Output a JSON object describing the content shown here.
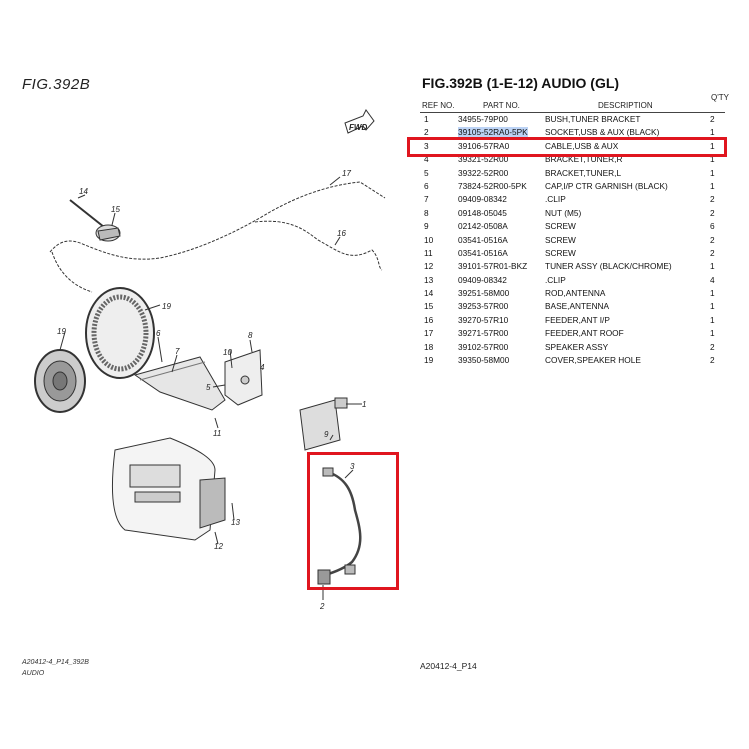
{
  "figure_label": "FIG.392B",
  "table": {
    "title": "FIG.392B (1-E-12) AUDIO (GL)",
    "qty_header": "Q'TY",
    "col_ref": "REF NO.",
    "col_part": "PART NO.",
    "col_desc": "DESCRIPTION",
    "rows": [
      {
        "ref": "1",
        "part": "34955-79P00",
        "desc": "BUSH,TUNER BRACKET",
        "qty": "2"
      },
      {
        "ref": "2",
        "part": "39105-52RA0-5PK",
        "desc": "SOCKET,USB & AUX (BLACK)",
        "qty": "1"
      },
      {
        "ref": "3",
        "part": "39106-57RA0",
        "desc": "CABLE,USB & AUX",
        "qty": "1"
      },
      {
        "ref": "4",
        "part": "39321-52R00",
        "desc": "BRACKET,TUNER,R",
        "qty": "1"
      },
      {
        "ref": "5",
        "part": "39322-52R00",
        "desc": "BRACKET,TUNER,L",
        "qty": "1"
      },
      {
        "ref": "6",
        "part": "73824-52R00-5PK",
        "desc": "CAP,I/P CTR GARNISH (BLACK)",
        "qty": "1"
      },
      {
        "ref": "7",
        "part": "09409-08342",
        "desc": ".CLIP",
        "qty": "2"
      },
      {
        "ref": "8",
        "part": "09148-05045",
        "desc": "NUT (M5)",
        "qty": "2"
      },
      {
        "ref": "9",
        "part": "02142-0508A",
        "desc": "SCREW",
        "qty": "6"
      },
      {
        "ref": "10",
        "part": "03541-0516A",
        "desc": "SCREW",
        "qty": "2"
      },
      {
        "ref": "11",
        "part": "03541-0516A",
        "desc": "SCREW",
        "qty": "2"
      },
      {
        "ref": "12",
        "part": "39101-57R01-BKZ",
        "desc": "TUNER ASSY (BLACK/CHROME)",
        "qty": "1"
      },
      {
        "ref": "13",
        "part": "09409-08342",
        "desc": ".CLIP",
        "qty": "4"
      },
      {
        "ref": "14",
        "part": "39251-58M00",
        "desc": "ROD,ANTENNA",
        "qty": "1"
      },
      {
        "ref": "15",
        "part": "39253-57R00",
        "desc": "BASE,ANTENNA",
        "qty": "1"
      },
      {
        "ref": "16",
        "part": "39270-57R10",
        "desc": "FEEDER,ANT I/P",
        "qty": "1"
      },
      {
        "ref": "17",
        "part": "39271-57R00",
        "desc": "FEEDER,ANT ROOF",
        "qty": "1"
      },
      {
        "ref": "18",
        "part": "39102-57R00",
        "desc": "SPEAKER ASSY",
        "qty": "2"
      },
      {
        "ref": "19",
        "part": "39350-58M00",
        "desc": "COVER,SPEAKER HOLE",
        "qty": "2"
      }
    ]
  },
  "callouts": {
    "fwd": "FWD",
    "n1": "1",
    "n2": "2",
    "n3": "3",
    "n4": "4",
    "n5": "5",
    "n6": "6",
    "n7": "7",
    "n8": "8",
    "n9": "9",
    "n10": "10",
    "n11": "11",
    "n12": "12",
    "n13": "13",
    "n14": "14",
    "n15": "15",
    "n16": "16",
    "n17": "17",
    "n19a": "19",
    "n19b": "19"
  },
  "footer": {
    "left_line1": "A20412-4_P14_392B",
    "left_line2": "AUDIO",
    "right": "A20412-4_P14"
  },
  "colors": {
    "highlight_box": "#e0161f",
    "part_highlight": "#bcd3f5"
  }
}
